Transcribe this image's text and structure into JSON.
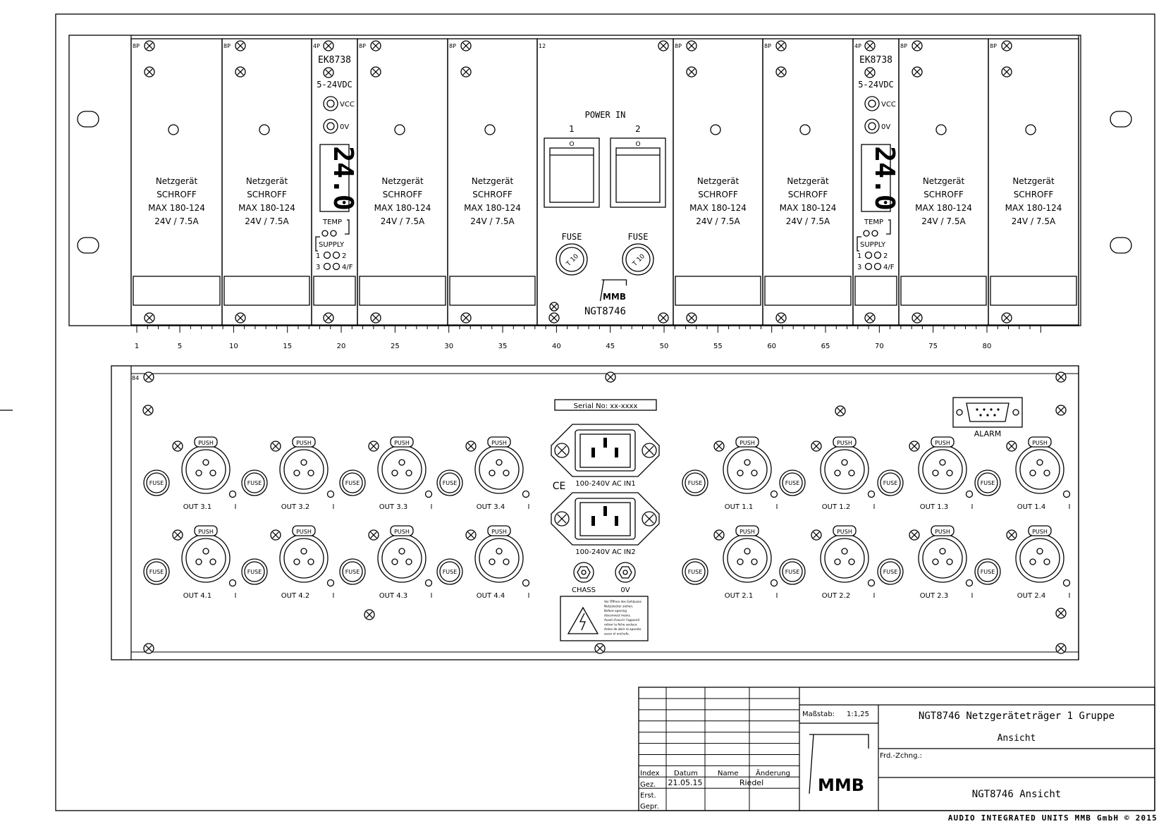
{
  "front_panel": {
    "psu_label_lines": [
      "Netzgerät",
      "SCHROFF",
      "MAX 180-124",
      "24V / 7.5A"
    ],
    "psu_slot_tag": "8P",
    "monitor": {
      "tag": "4P",
      "model": "EK8738",
      "voltage": "5-24VDC",
      "vcc": "VCC",
      "ov": "0V",
      "display": "24.0",
      "temp": "TEMP",
      "supply": "SUPPLY",
      "led_row1": [
        "1",
        "2"
      ],
      "led_row2": [
        "3",
        "4/F"
      ]
    },
    "power_module": {
      "tag": "12",
      "title": "POWER IN",
      "switch1": "1",
      "switch2": "2",
      "switch_mark": "O",
      "fuse1": "FUSE",
      "fuse2": "FUSE",
      "fuse_value": "T 10",
      "logo": "MMB",
      "name": "NGT8746"
    },
    "scale_ticks": [
      "1",
      "5",
      "10",
      "15",
      "20",
      "25",
      "30",
      "35",
      "40",
      "45",
      "50",
      "55",
      "60",
      "65",
      "70",
      "75",
      "80"
    ]
  },
  "rear_panel": {
    "tag": "84",
    "serial": "Serial No: xx-xxxx",
    "alarm": "ALARM",
    "ac_in1": "100-240V  AC IN1",
    "ac_in2": "100-240V  AC IN2",
    "ce": "CE",
    "chass": "CHASS",
    "ov": "0V",
    "push": "PUSH",
    "fuse": "FUSE",
    "roman_one": "I",
    "outputs_left_top": [
      "OUT 3.1",
      "OUT 3.2",
      "OUT 3.3",
      "OUT 3.4"
    ],
    "outputs_left_bottom": [
      "OUT 4.1",
      "OUT 4.2",
      "OUT 4.3",
      "OUT 4.4"
    ],
    "outputs_right_top": [
      "OUT 1.1",
      "OUT 1.2",
      "OUT 1.3",
      "OUT 1.4"
    ],
    "outputs_right_bottom": [
      "OUT 2.1",
      "OUT 2.2",
      "OUT 2.3",
      "OUT 2.4"
    ],
    "warning_lines": [
      "Vor Öffnen des Gehäuses",
      "Netzstecker ziehen.",
      "Before opening",
      "disconnect mains.",
      "Avant d'ouvrir l'appareil",
      "retirer la fiche secteur.",
      "Antes de abrir el aparato",
      "sacar el enchufe."
    ]
  },
  "title_block": {
    "scale_label": "Maßstab:",
    "scale_value": "1:1,25",
    "title": "NGT8746 Netzgeräteträger 1 Gruppe",
    "subtitle": "Ansicht",
    "frd_label": "Frd.-Zchng.:",
    "drawing_name": "NGT8746 Ansicht",
    "logo": "MMB",
    "headers": [
      "Index",
      "Datum",
      "Name",
      "Änderung"
    ],
    "row_labels": [
      "Gez.",
      "Erst.",
      "Gepr."
    ],
    "date": "21.05.15",
    "name": "Riedel",
    "copyright": "AUDIO INTEGRATED UNITS MMB GmbH © 2015"
  }
}
